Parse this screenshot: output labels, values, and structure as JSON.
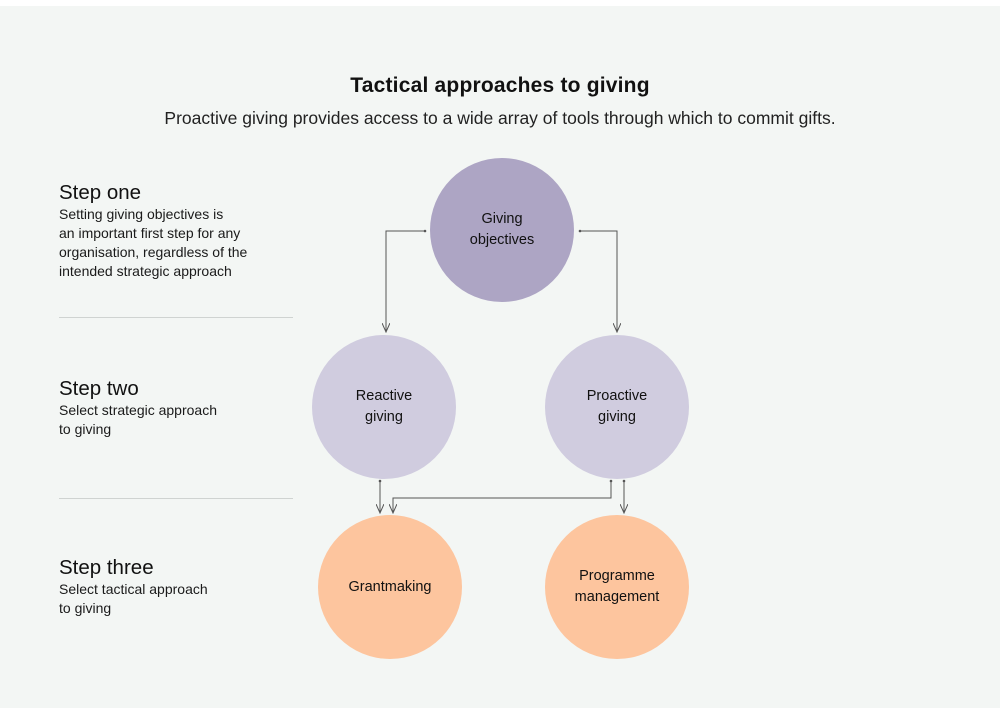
{
  "header": {
    "title": "Tactical approaches to giving",
    "subtitle": "Proactive giving provides access to a wide array of tools through which to commit gifts."
  },
  "steps": [
    {
      "title": "Step one",
      "description": "Setting giving objectives is\nan important first step for any\norganisation, regardless of the\nintended strategic approach"
    },
    {
      "title": "Step two",
      "description": "Select strategic approach\nto giving"
    },
    {
      "title": "Step three",
      "description": "Select tactical approach\nto giving"
    }
  ],
  "nodes": {
    "giving_objectives": {
      "label": "Giving\nobjectives",
      "color": "#ada5c4"
    },
    "reactive_giving": {
      "label": "Reactive\ngiving",
      "color": "#d0ccdf"
    },
    "proactive_giving": {
      "label": "Proactive\ngiving",
      "color": "#d0ccdf"
    },
    "grantmaking": {
      "label": "Grantmaking",
      "color": "#fdc59e"
    },
    "programme_management": {
      "label": "Programme\nmanagement",
      "color": "#fdc59e"
    }
  },
  "colors": {
    "background": "#f3f6f4",
    "connector": "#555555",
    "divider": "#cfd3d1"
  }
}
